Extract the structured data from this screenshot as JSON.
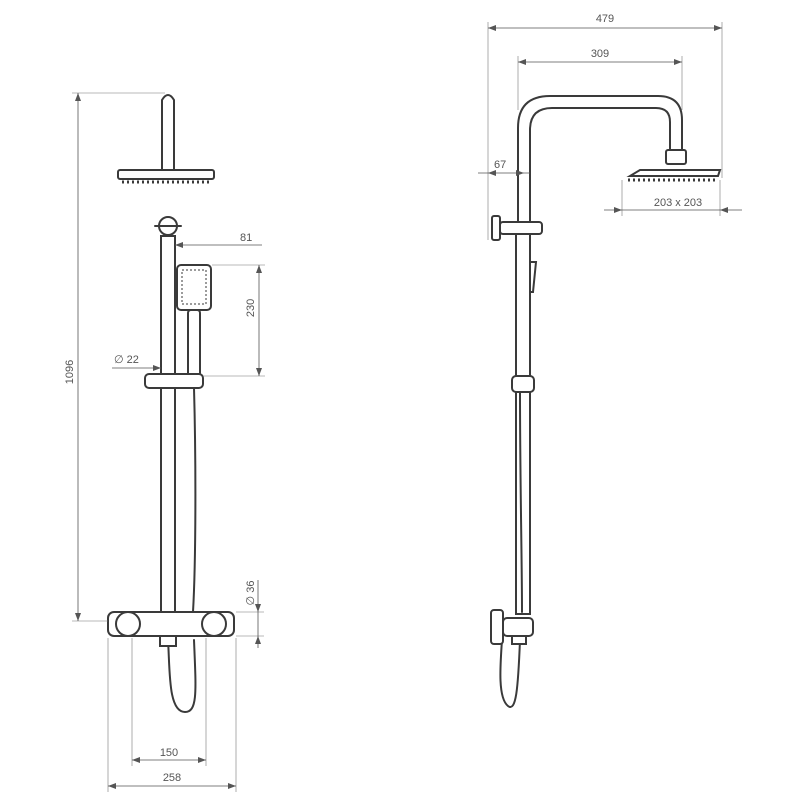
{
  "front_view": {
    "height": "1096",
    "arm_offset": "81",
    "handshower_length": "230",
    "rail_diameter": "∅ 22",
    "valve_diameter": "∅ 36",
    "inlet_centres": "150",
    "total_width": "258"
  },
  "side_view": {
    "projection": "479",
    "arm_length": "309",
    "wall_offset": "67",
    "head_size": "203 x 203"
  },
  "colors": {
    "line": "#3a3a3a",
    "dimension": "#555555"
  }
}
